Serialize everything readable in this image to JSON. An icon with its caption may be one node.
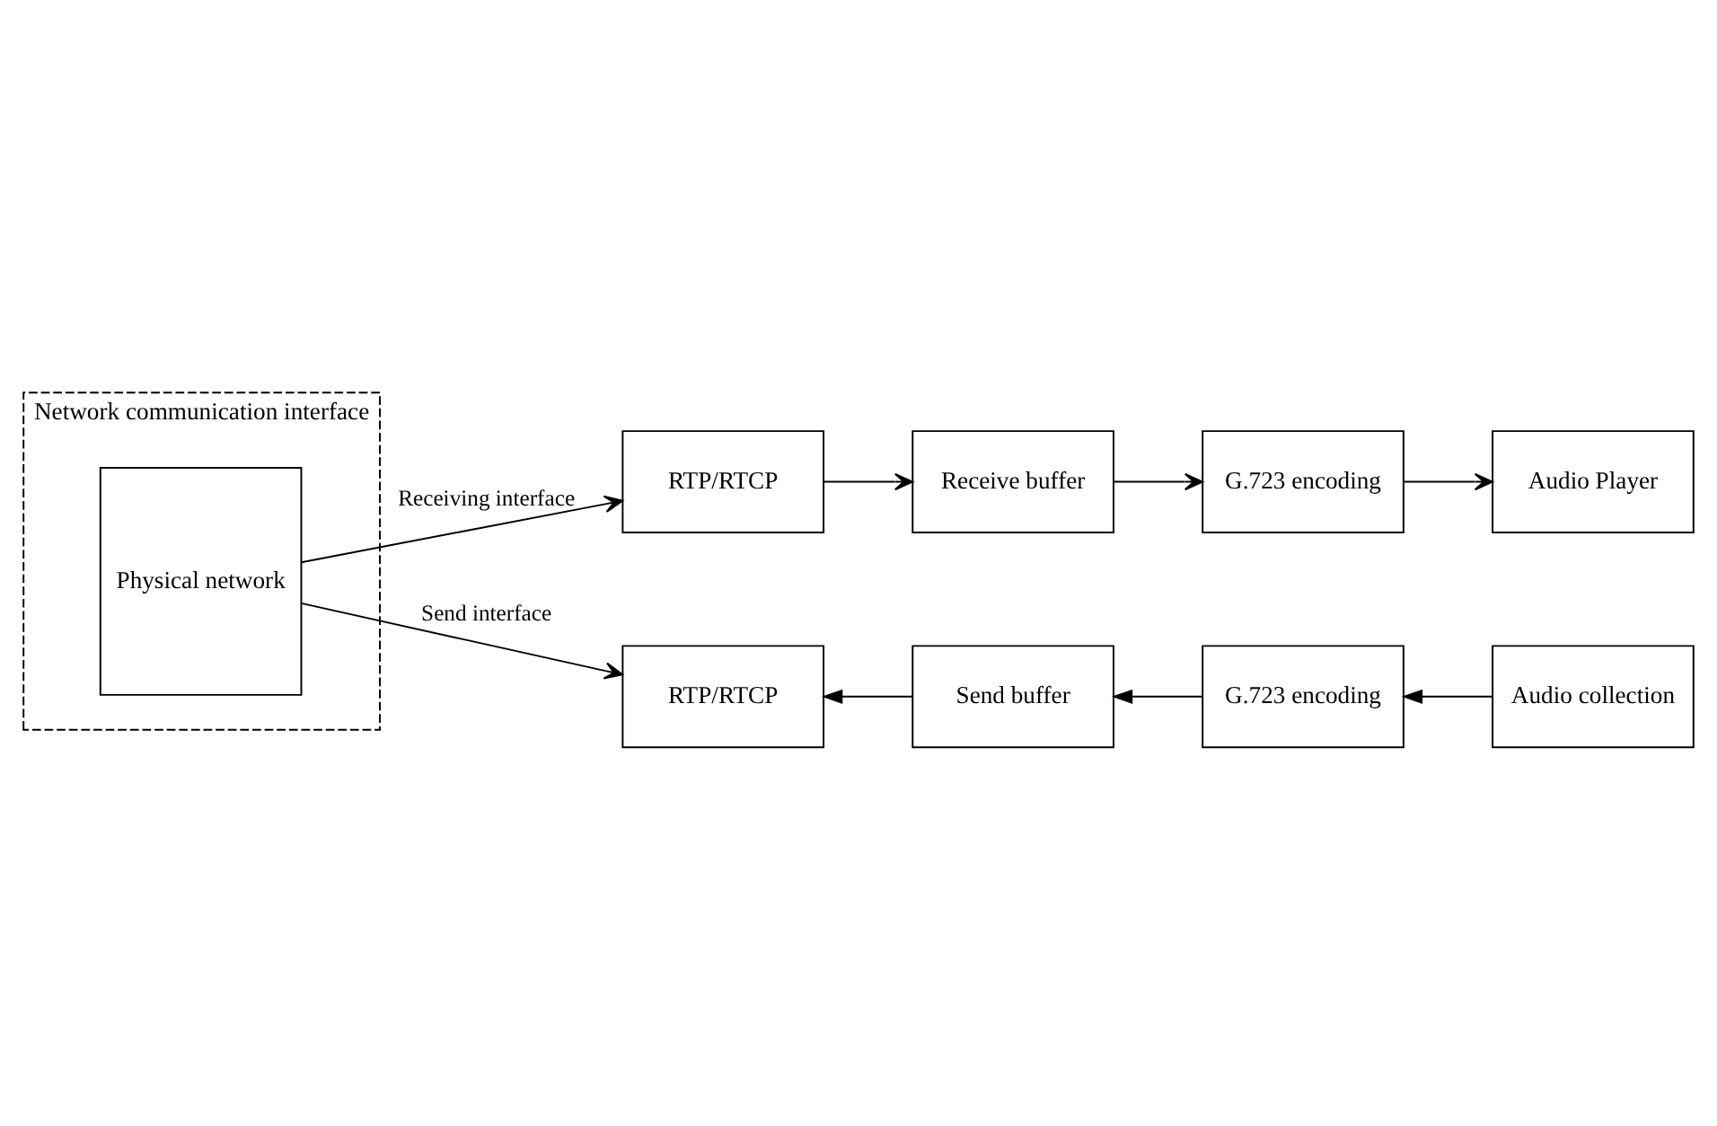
{
  "diagram": {
    "nodes": [
      {
        "text": [
          "Network communication interface"
        ]
      },
      {
        "text": [
          "Physical network"
        ],
        "in": 0
      },
      {
        "text": [
          "RTP/RTCP"
        ]
      },
      {
        "text": [
          "Receive buffer"
        ]
      },
      {
        "text": [
          "G.723 encoding"
        ]
      },
      {
        "text": [
          "Audio Player"
        ]
      },
      {
        "text": [
          "RTP/RTCP"
        ]
      },
      {
        "text": [
          "Send buffer"
        ]
      },
      {
        "text": [
          "G.723 encoding"
        ]
      },
      {
        "text": [
          "Audio collection"
        ]
      }
    ],
    "edges": [
      {
        "from": 1,
        "to": 2,
        "arrow": "to",
        "label": "Receiving interface"
      },
      {
        "from": 2,
        "to": 3,
        "arrow": "to"
      },
      {
        "from": 3,
        "to": 4,
        "arrow": "to"
      },
      {
        "from": 4,
        "to": 5,
        "arrow": "to"
      },
      {
        "from": 1,
        "to": 6,
        "arrow": "to",
        "label": "Send interface"
      },
      {
        "from": 9,
        "to": 8,
        "arrow": "to"
      },
      {
        "from": 8,
        "to": 7,
        "arrow": "to"
      },
      {
        "from": 7,
        "to": 6,
        "arrow": "to"
      }
    ]
  }
}
